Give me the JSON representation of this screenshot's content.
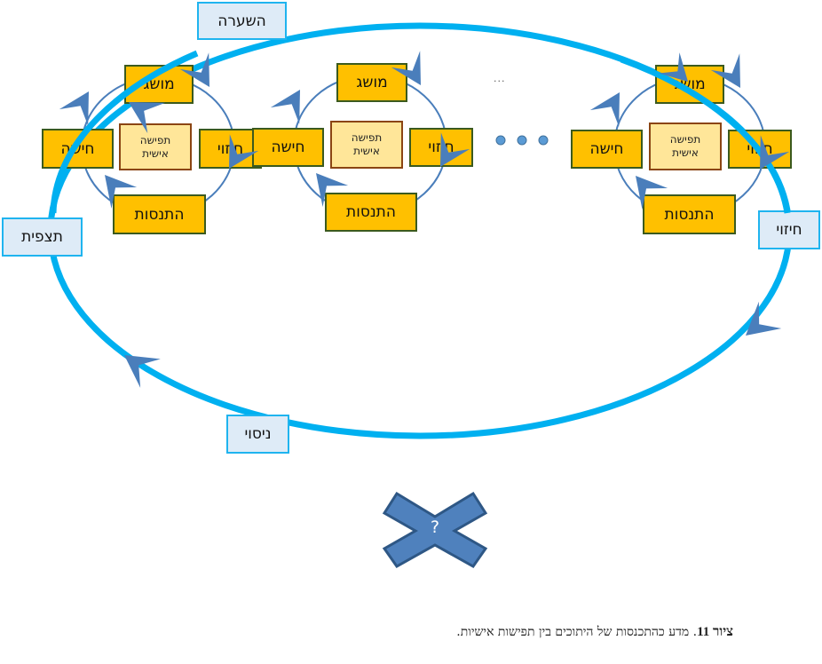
{
  "colors": {
    "big_cycle": "#00B0F0",
    "small_cycle": "#4A7EBB",
    "arrow": "#4A7EBB",
    "stage_fill": "#FFC000",
    "stage_border": "#3B5A1E",
    "core_fill": "#FFE699",
    "core_border": "#8B4513",
    "phase_fill": "#DEEBF7",
    "phase_border": "#1FB4EF",
    "cross_fill": "#4F81BD",
    "cross_border": "#2E5785"
  },
  "big_cycle": {
    "phases": {
      "top": "השערה",
      "right": "חיזוי",
      "bottom": "ניסוי",
      "left": "תצפית"
    }
  },
  "clusters": [
    {
      "concept": "מושג",
      "sensing": "חישה",
      "prediction": "חיזוי",
      "experience": "התנסות",
      "core_line1": "תפישה",
      "core_line2": "אישית"
    },
    {
      "concept": "מושג",
      "sensing": "חישה",
      "prediction": "חיזוי",
      "experience": "התנסות",
      "core_line1": "תפישה",
      "core_line2": "אישית"
    },
    {
      "concept": "מושג",
      "sensing": "חישה",
      "prediction": "חיזוי",
      "experience": "התנסות",
      "core_line1": "תפישה",
      "core_line2": "אישית"
    }
  ],
  "ellipsis_text": "...",
  "dots_count": 3,
  "cross_label": "?",
  "caption": {
    "label": "ציור 11",
    "text": ". מדע כהתכנסות של היתוכים בין תפישות אישיות."
  }
}
